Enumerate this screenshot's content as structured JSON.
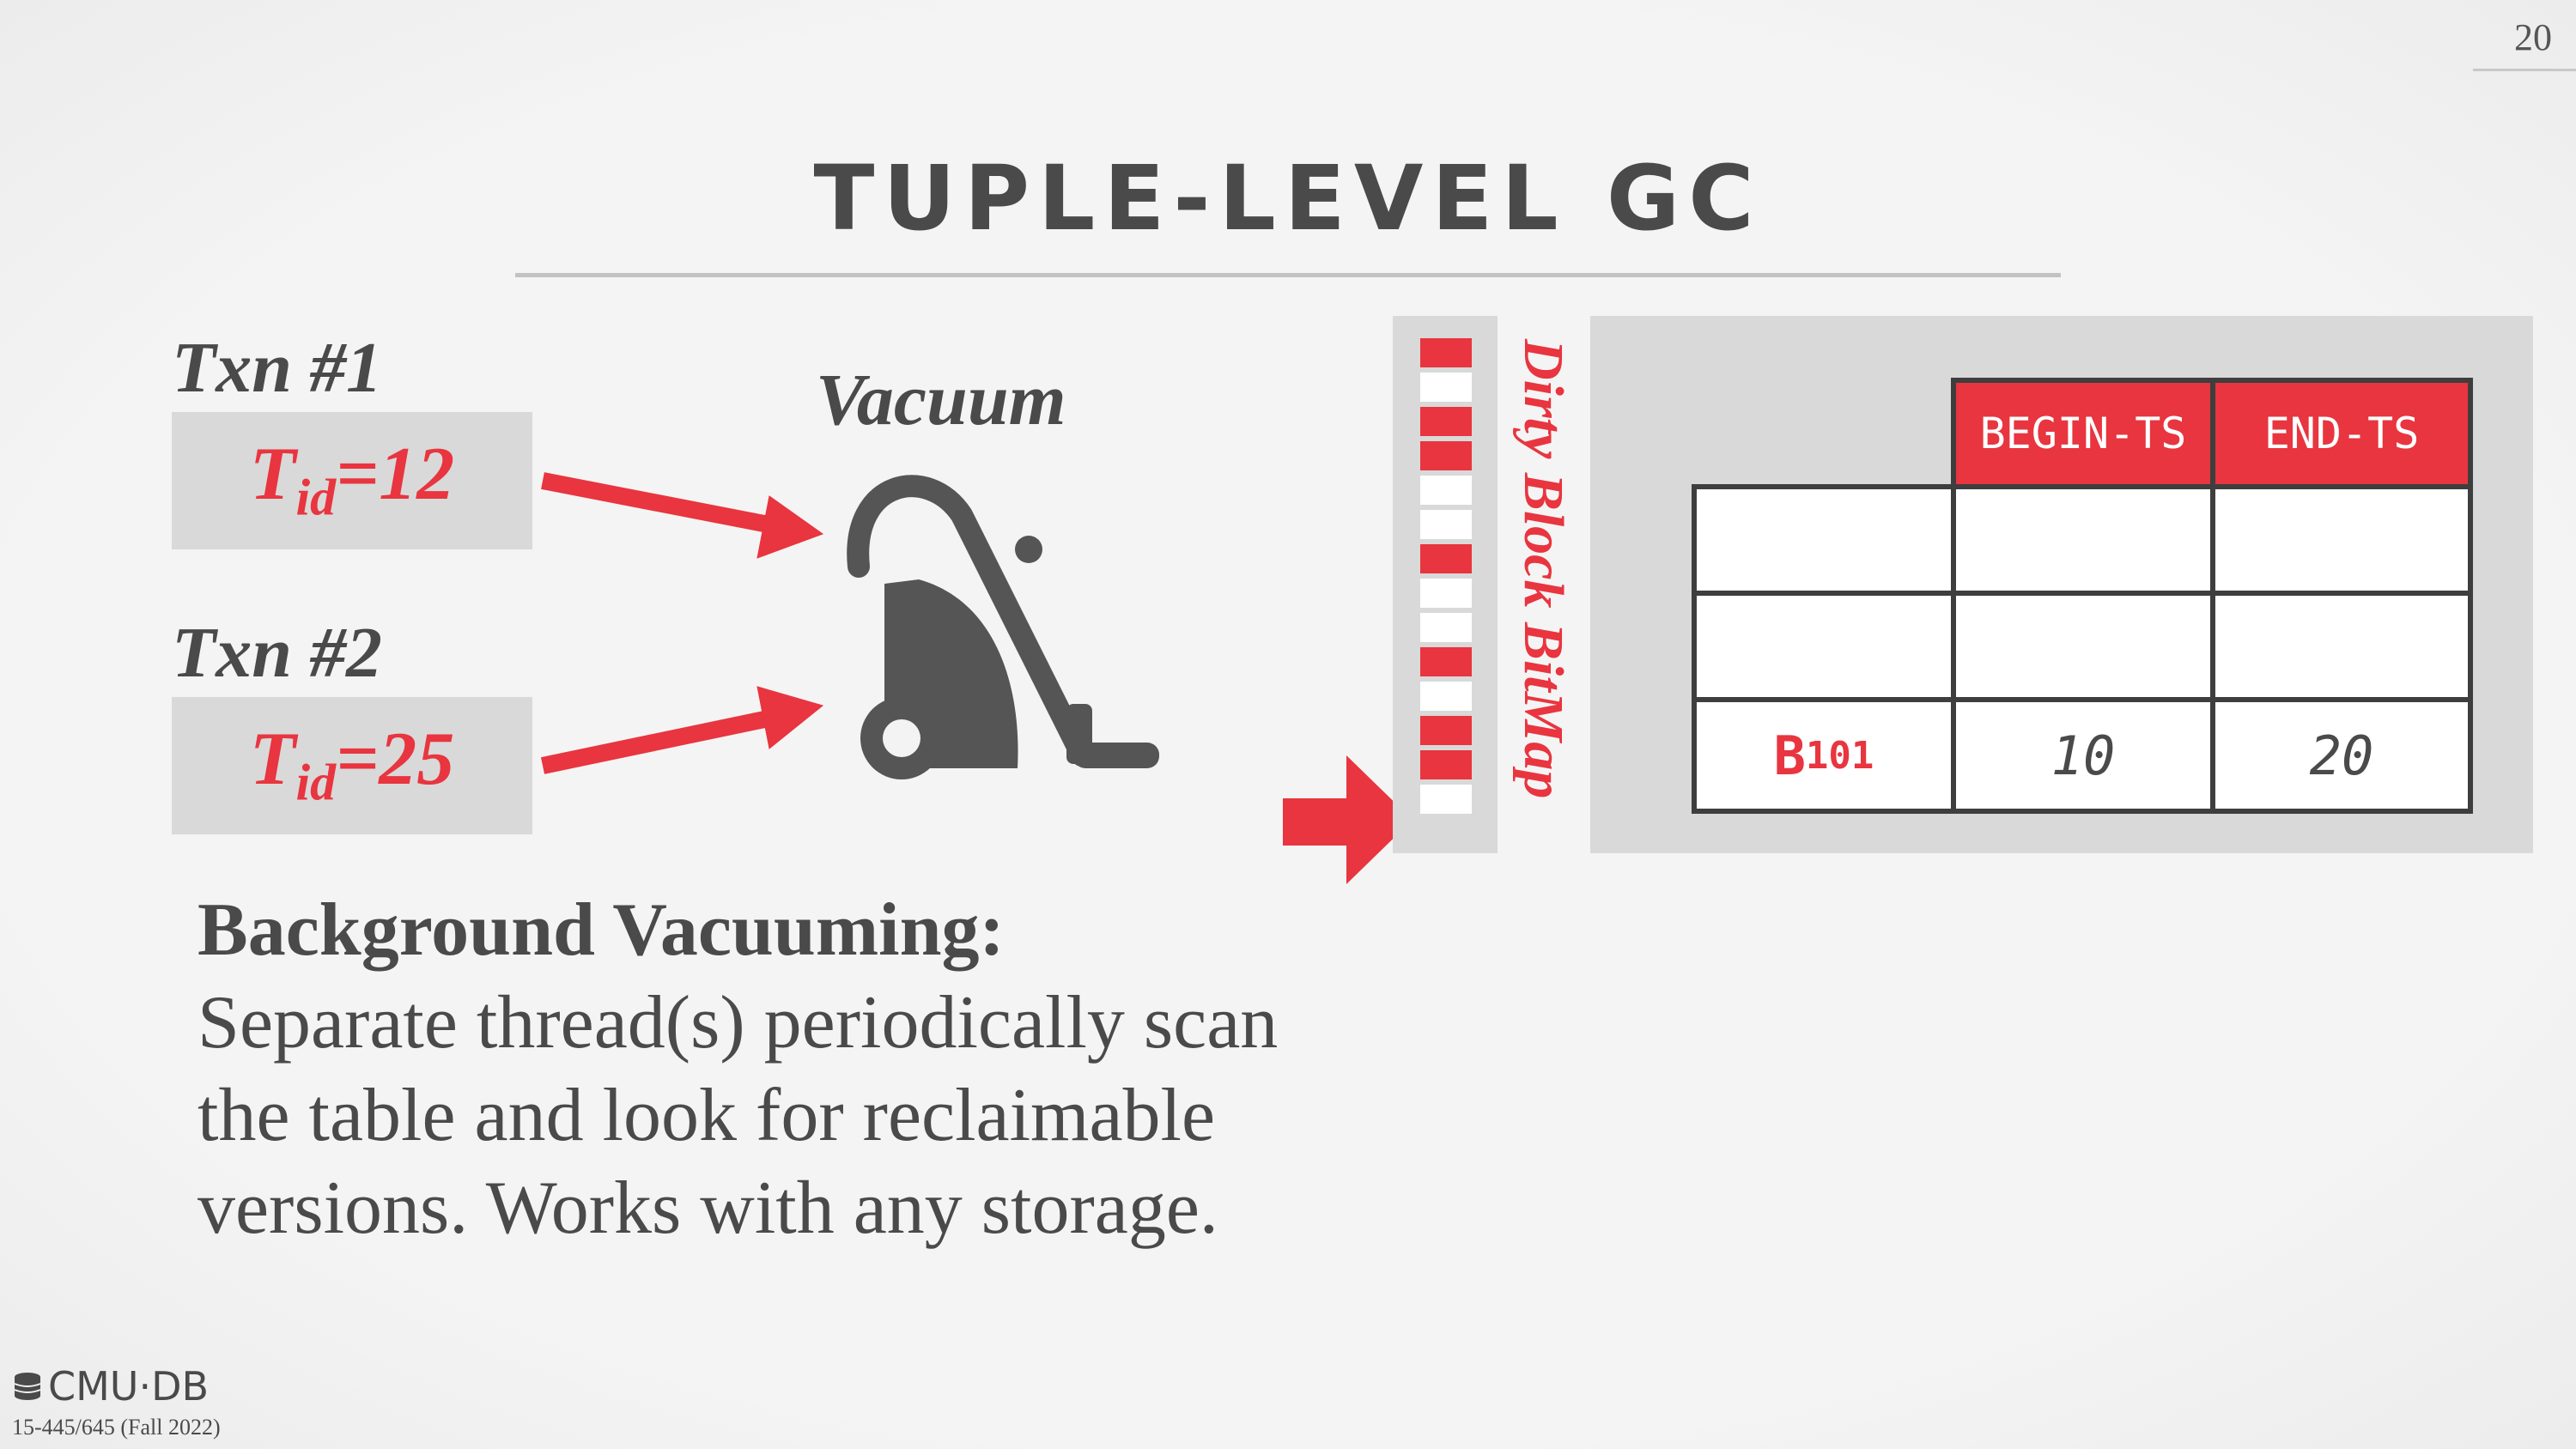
{
  "page_number": "20",
  "title": "TUPLE-LEVEL GC",
  "txn1": {
    "label": "Txn #1",
    "tid_base": "T",
    "tid_sub": "id",
    "tid_value": "=12"
  },
  "txn2": {
    "label": "Txn #2",
    "tid_base": "T",
    "tid_sub": "id",
    "tid_value": "=25"
  },
  "vacuum_label": "Vacuum",
  "body": {
    "heading": "Background Vacuuming:",
    "text": "Separate thread(s) periodically scan the table and look for reclaimable versions. Works with any storage."
  },
  "bitmap": {
    "label": "Dirty Block BitMap",
    "bits": [
      1,
      0,
      1,
      1,
      0,
      0,
      1,
      0,
      0,
      1,
      0,
      1,
      1,
      0
    ]
  },
  "table": {
    "headers": [
      "BEGIN-TS",
      "END-TS"
    ],
    "rows": [
      {
        "label_base": "",
        "label_sub": "",
        "begin": "",
        "end": ""
      },
      {
        "label_base": "",
        "label_sub": "",
        "begin": "",
        "end": ""
      },
      {
        "label_base": "B",
        "label_sub": "101",
        "begin": "10",
        "end": "20"
      }
    ]
  },
  "footer": {
    "logo": "CMU·DB",
    "course": "15-445/645 (Fall 2022)"
  },
  "colors": {
    "accent": "#e8353f",
    "text": "#4a4a4a",
    "panel": "#d9d9d9",
    "border": "#3e3e3e"
  }
}
